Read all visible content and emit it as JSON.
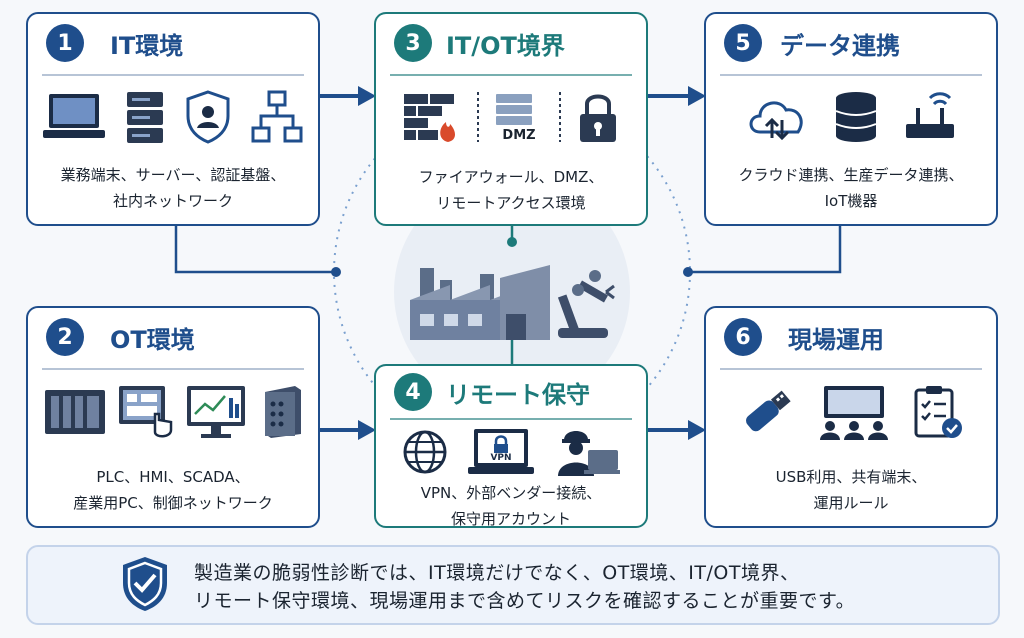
{
  "cards": [
    {
      "num": "1",
      "title": "IT環境",
      "desc1": "業務端末、サーバー、認証基盤、",
      "desc2": "社内ネットワーク"
    },
    {
      "num": "3",
      "title": "IT/OT境界",
      "desc1": "ファイアウォール、DMZ、",
      "desc2": "リモートアクセス環境",
      "dmz_label": "DMZ"
    },
    {
      "num": "5",
      "title": "データ連携",
      "desc1": "クラウド連携、生産データ連携、",
      "desc2": "IoT機器"
    },
    {
      "num": "2",
      "title": "OT環境",
      "desc1": "PLC、HMI、SCADA、",
      "desc2": "産業用PC、制御ネットワーク"
    },
    {
      "num": "4",
      "title": "リモート保守",
      "desc1": "VPN、外部ベンダー接続、",
      "desc2": "保守用アカウント",
      "vpn_label": "VPN"
    },
    {
      "num": "6",
      "title": "現場運用",
      "desc1": "USB利用、共有端末、",
      "desc2": "運用ルール"
    }
  ],
  "note": {
    "line1": "製造業の脆弱性診断では、IT環境だけでなく、OT環境、IT/OT境界、",
    "line2": "リモート保守環境、現場運用まで含めてリスクを確認することが重要です。"
  },
  "colors": {
    "blue": "#1f4e8c",
    "teal": "#1d7a7a"
  }
}
